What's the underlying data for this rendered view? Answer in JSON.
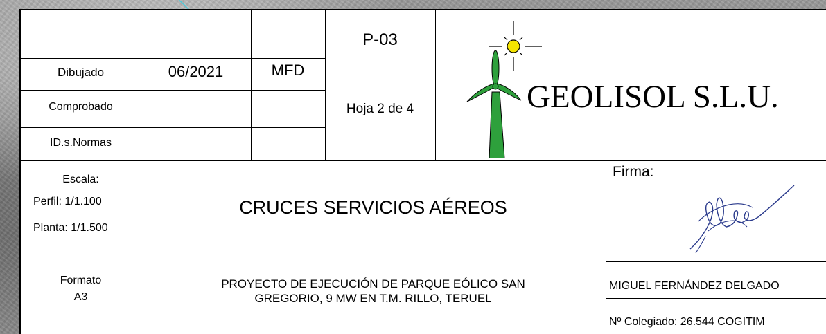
{
  "header": {
    "plan_code": "P-03",
    "sheet": "Hoja 2 de 4",
    "company": "GEOLISOL S.L.U."
  },
  "rows": {
    "dibujado": {
      "label": "Dibujado",
      "date": "06/2021",
      "initials": "MFD"
    },
    "comprobado": {
      "label": "Comprobado"
    },
    "normas": {
      "label": "ID.s.Normas"
    }
  },
  "scale": {
    "label": "Escala:",
    "perfil": "Perfil: 1/1.100",
    "planta": "Planta:  1/1.500"
  },
  "title": "CRUCES SERVICIOS AÉREOS",
  "signature": {
    "label": "Firma:"
  },
  "format": {
    "label": "Formato",
    "value": "A3"
  },
  "project": {
    "line1": "PROYECTO DE EJECUCIÓN DE PARQUE EÓLICO SAN",
    "line2": "GREGORIO, 9 MW EN T.M. RILLO, TERUEL"
  },
  "engineer": {
    "name": "MIGUEL FERNÁNDEZ DELGADO",
    "license": "Nº Colegiado: 26.544 COGITIM"
  },
  "colors": {
    "sun": "#f5e400",
    "turbine_green": "#2ea03c",
    "signature_ink": "#2a3a8c"
  }
}
